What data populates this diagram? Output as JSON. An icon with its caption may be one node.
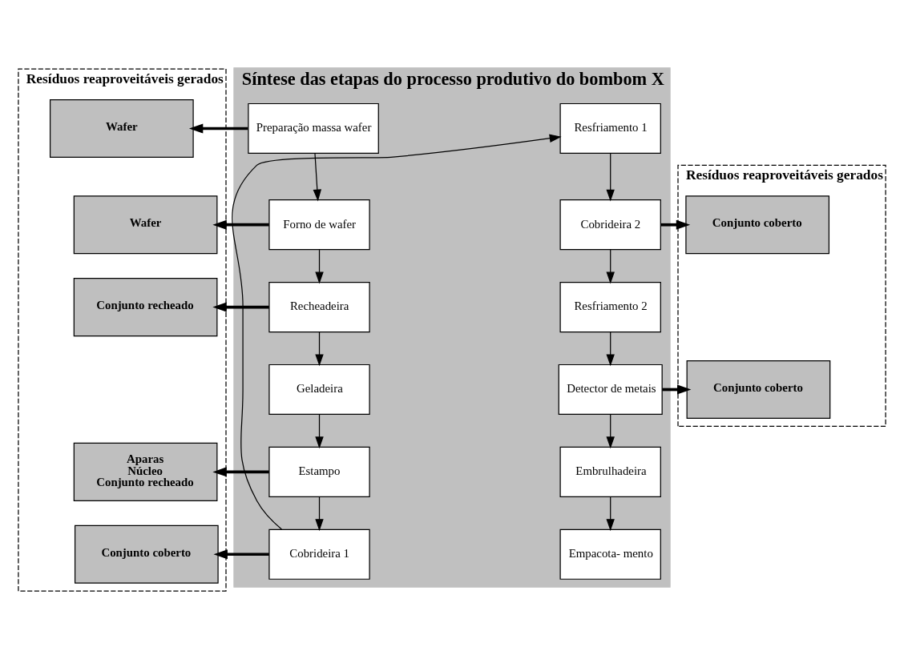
{
  "diagram": {
    "nodes": [
      {
        "text": [
          "Resíduos reaproveitáveis gerados"
        ]
      },
      {
        "text": [
          "Síntese das etapas do processo produtivo do bombom X"
        ]
      },
      {
        "text": [
          "Resíduos reaproveitáveis gerados"
        ]
      },
      {
        "text": [
          "Wafer"
        ],
        "in": 0
      },
      {
        "text": [
          "Wafer"
        ],
        "in": 0
      },
      {
        "text": [
          "Conjunto recheado"
        ],
        "in": 0
      },
      {
        "text": [
          "Aparas",
          "Núcleo",
          "Conjunto recheado"
        ],
        "in": 0
      },
      {
        "text": [
          "Conjunto coberto"
        ],
        "in": 0
      },
      {
        "text": [
          "Preparação massa wafer"
        ],
        "in": 1
      },
      {
        "text": [
          "Forno de wafer"
        ],
        "in": 1
      },
      {
        "text": [
          "Recheadeira"
        ],
        "in": 1
      },
      {
        "text": [
          "Geladeira"
        ],
        "in": 1
      },
      {
        "text": [
          "Estampo"
        ],
        "in": 1
      },
      {
        "text": [
          "Cobrideira 1"
        ],
        "in": 1
      },
      {
        "text": [
          "Resfriamento 1"
        ],
        "in": 1
      },
      {
        "text": [
          "Cobrideira 2"
        ],
        "in": 1
      },
      {
        "text": [
          "Resfriamento 2"
        ],
        "in": 1
      },
      {
        "text": [
          "Detector de metais"
        ],
        "in": 1
      },
      {
        "text": [
          "Embrulhadeira"
        ],
        "in": 1
      },
      {
        "text": [
          "Empacota- mento"
        ],
        "in": 1
      },
      {
        "text": [
          "Conjunto coberto"
        ],
        "in": 2
      },
      {
        "text": [
          "Conjunto coberto"
        ],
        "in": 2
      }
    ],
    "edges": [
      {
        "from": 8,
        "to": 3,
        "arrow": "to",
        "style": "thick"
      },
      {
        "from": 8,
        "to": 9,
        "arrow": "to"
      },
      {
        "from": 9,
        "to": 4,
        "arrow": "to",
        "style": "thick"
      },
      {
        "from": 9,
        "to": 10,
        "arrow": "to"
      },
      {
        "from": 10,
        "to": 5,
        "arrow": "to",
        "style": "thick"
      },
      {
        "from": 10,
        "to": 11,
        "arrow": "to"
      },
      {
        "from": 11,
        "to": 12,
        "arrow": "to"
      },
      {
        "from": 12,
        "to": 6,
        "arrow": "to",
        "style": "thick"
      },
      {
        "from": 12,
        "to": 13,
        "arrow": "to"
      },
      {
        "from": 13,
        "to": 7,
        "arrow": "to",
        "style": "thick"
      },
      {
        "from": 13,
        "to": 14,
        "arrow": "to"
      },
      {
        "from": 14,
        "to": 15,
        "arrow": "to"
      },
      {
        "from": 15,
        "to": 20,
        "arrow": "to",
        "style": "thick"
      },
      {
        "from": 15,
        "to": 16,
        "arrow": "to"
      },
      {
        "from": 16,
        "to": 17,
        "arrow": "to"
      },
      {
        "from": 17,
        "to": 21,
        "arrow": "to",
        "style": "thick"
      },
      {
        "from": 17,
        "to": 18,
        "arrow": "to"
      },
      {
        "from": 18,
        "to": 19,
        "arrow": "to"
      }
    ]
  }
}
